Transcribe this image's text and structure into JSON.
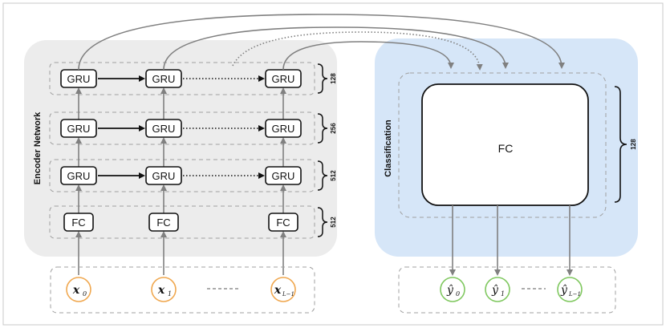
{
  "encoder": {
    "title": "Encoder Network",
    "gru_label": "GRU",
    "fc_label": "FC",
    "layer_sizes": [
      "128",
      "256",
      "512",
      "512"
    ]
  },
  "classification": {
    "title": "Classification",
    "fc_label": "FC",
    "size": "128"
  },
  "inputs": {
    "x0": "x",
    "x0_sub": "0",
    "x1": "x",
    "x1_sub": "1",
    "xL": "x",
    "xL_sub": "L−1"
  },
  "outputs": {
    "y0": "ŷ",
    "y0_sub": "0",
    "y1": "ŷ",
    "y1_sub": "1",
    "yL": "ŷ",
    "yL_sub": "L−1"
  },
  "colors": {
    "encoder_bg": "#ececec",
    "classifier_bg": "#d6e6f8",
    "input_ring": "#f0a850",
    "output_ring": "#80c860",
    "dash": "#a0a0a0",
    "arrow": "#808080"
  }
}
